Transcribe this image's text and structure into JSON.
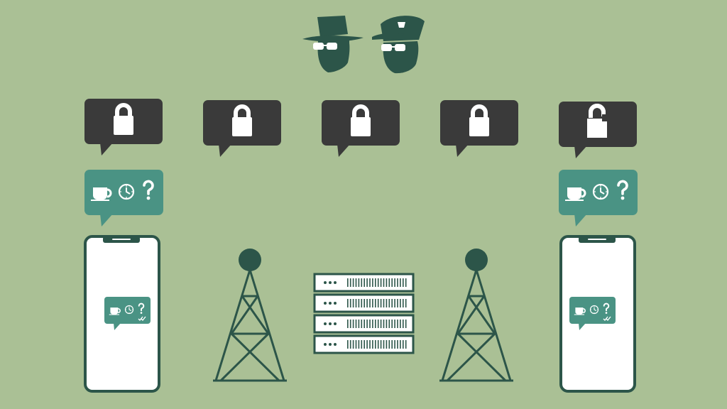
{
  "palette": {
    "background": "#aac095",
    "dark_green": "#2c5549",
    "teal": "#4a9384",
    "charcoal": "#3a3a3a",
    "white": "#ffffff"
  },
  "eavesdroppers": [
    {
      "name": "agent-hat",
      "icon": "fedora-spy-icon"
    },
    {
      "name": "agent-cap",
      "icon": "police-cap-spy-icon"
    }
  ],
  "encrypted_bubbles": [
    {
      "state": "locked",
      "icon": "padlock-locked-icon"
    },
    {
      "state": "locked",
      "icon": "padlock-locked-icon"
    },
    {
      "state": "locked",
      "icon": "padlock-locked-icon"
    },
    {
      "state": "locked",
      "icon": "padlock-locked-icon"
    },
    {
      "state": "unlocked",
      "icon": "padlock-unlocked-icon"
    }
  ],
  "message": {
    "icons": [
      "coffee-cup-icon",
      "clock-icon",
      "question-mark-icon"
    ],
    "question_glyph": "?",
    "delivered_icon": "double-check-icon"
  },
  "devices": [
    {
      "role": "sender",
      "icon": "smartphone-icon"
    },
    {
      "role": "receiver",
      "icon": "smartphone-icon"
    }
  ],
  "network": [
    {
      "role": "sender-tower",
      "icon": "cell-tower-icon"
    },
    {
      "role": "server-rack",
      "icon": "server-rack-icon",
      "units": 4
    },
    {
      "role": "receiver-tower",
      "icon": "cell-tower-icon"
    }
  ]
}
